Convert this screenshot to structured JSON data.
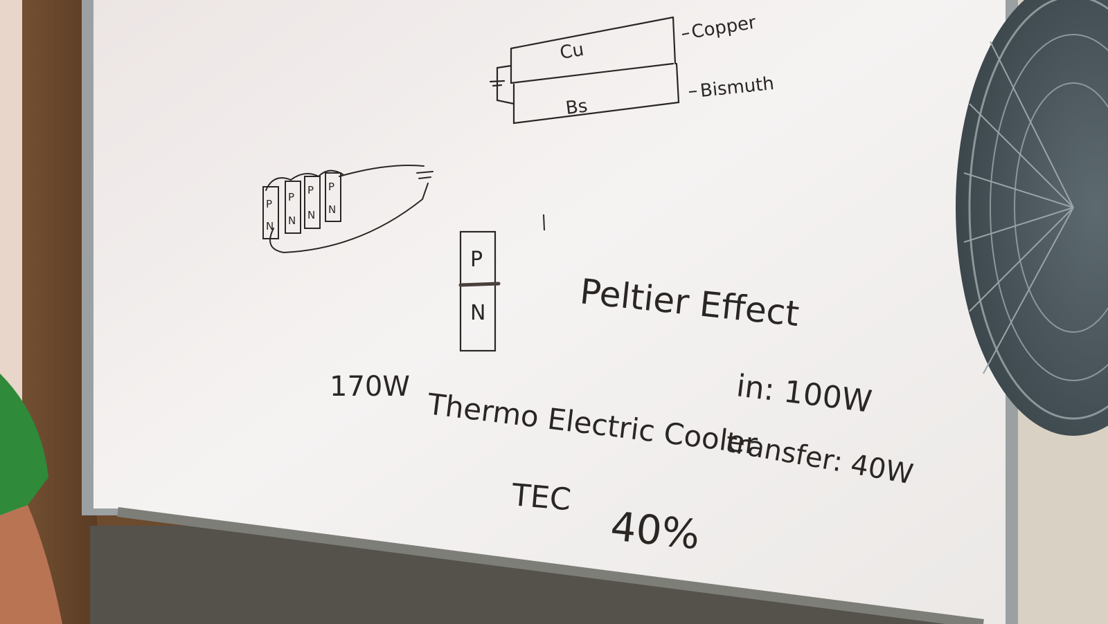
{
  "whiteboard": {
    "diagram_labels": {
      "cu": "Cu",
      "bs": "Bs",
      "copper": "Copper",
      "bismuth": "Bismuth",
      "p": "P",
      "n": "N"
    },
    "module_cells": [
      {
        "top": "P",
        "bottom": "N"
      },
      {
        "top": "P",
        "bottom": "N"
      },
      {
        "top": "P",
        "bottom": "N"
      },
      {
        "top": "P",
        "bottom": "N"
      }
    ],
    "heading": "Peltier Effect",
    "power_left": "170W",
    "cooler_name": "Thermo Electric Cooler",
    "abbreviation": "TEC",
    "efficiency": "40%",
    "input_line": "in: 100W",
    "transfer_line": "transfer: 40W"
  },
  "colors": {
    "board": "#f3f0ee",
    "marker": "#2a2624",
    "frame": "#9ba0a3",
    "wall": "#6b4a2e"
  }
}
